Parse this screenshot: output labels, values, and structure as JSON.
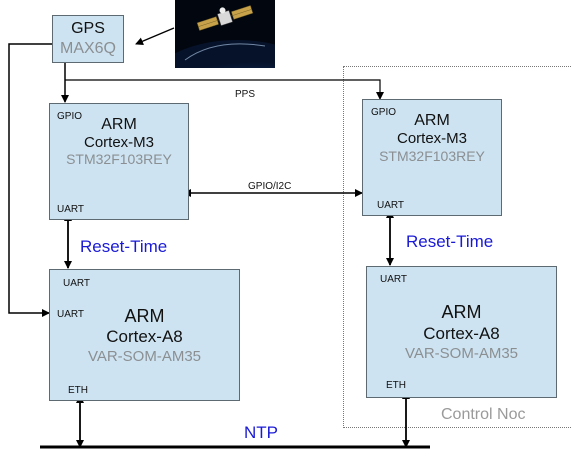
{
  "gps": {
    "title": "GPS",
    "model": "MAX6Q"
  },
  "left_m3": {
    "port_top": "GPIO",
    "line1": "ARM",
    "line2": "Cortex-M3",
    "model": "STM32F103REY",
    "port_bottom": "UART"
  },
  "right_m3": {
    "port_top": "GPIO",
    "line1": "ARM",
    "line2": "Cortex-M3",
    "model": "STM32F103REY",
    "port_bottom": "UART"
  },
  "left_a8": {
    "port_top": "UART",
    "port_mid": "UART",
    "line1": "ARM",
    "line2": "Cortex-A8",
    "model": "VAR-SOM-AM35",
    "port_bottom": "ETH"
  },
  "right_a8": {
    "port_top": "UART",
    "line1": "ARM",
    "line2": "Cortex-A8",
    "model": "VAR-SOM-AM35",
    "port_bottom": "ETH"
  },
  "labels": {
    "pps": "PPS",
    "gpio_i2c": "GPIO/I2C",
    "reset_time_left": "Reset-Time",
    "reset_time_right": "Reset-Time",
    "ntp": "NTP",
    "control_node": "Control Noc"
  },
  "colors": {
    "box_fill": "#cde3f1",
    "box_border": "#5e6a72",
    "accent_text": "#1a1ad6",
    "model_text": "#8b8f92"
  },
  "icons": {
    "satellite": "satellite-image"
  }
}
